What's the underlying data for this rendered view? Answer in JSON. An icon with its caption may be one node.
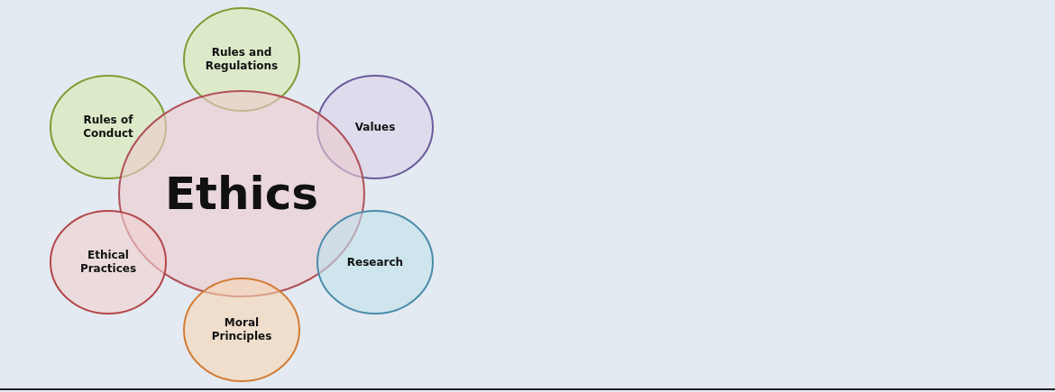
{
  "diagram": {
    "nodes": [
      {
        "text": [
          "Rules and Regulations"
        ]
      },
      {
        "text": [
          "Rules of Conduct"
        ]
      },
      {
        "text": [
          "Values"
        ]
      },
      {
        "text": [
          "Ethics"
        ]
      },
      {
        "text": [
          "Ethical Practices"
        ]
      },
      {
        "text": [
          "Research"
        ]
      },
      {
        "text": [
          "Moral Principles"
        ]
      }
    ],
    "edges": []
  }
}
